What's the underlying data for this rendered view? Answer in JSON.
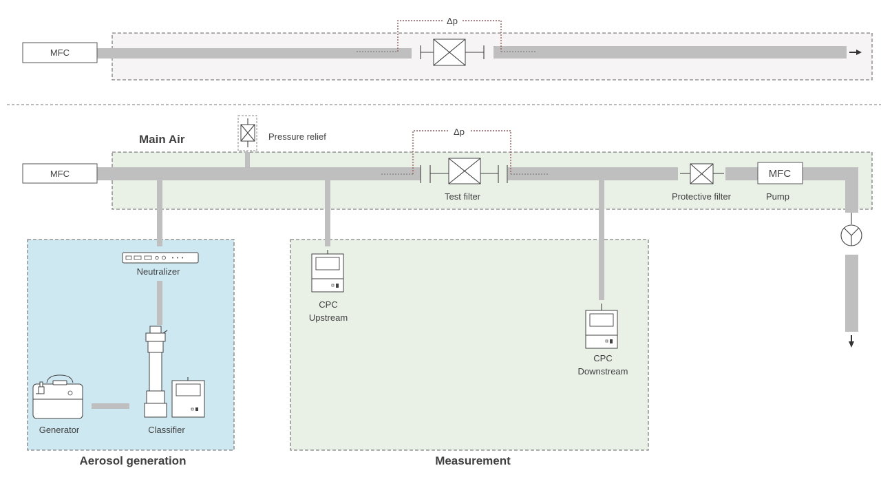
{
  "top_rig": {
    "mfc_label": "MFC",
    "delta_p": "Δp"
  },
  "main_rig": {
    "section_title": "Main Air",
    "mfc_label": "MFC",
    "pressure_relief": "Pressure relief",
    "delta_p": "Δp",
    "test_filter": "Test filter",
    "protective_filter": "Protective filter",
    "pump_mfc_label": "MFC",
    "pump": "Pump"
  },
  "aerosol_generation": {
    "title": "Aerosol generation",
    "neutralizer": "Neutralizer",
    "generator": "Generator",
    "classifier": "Classifier"
  },
  "measurement": {
    "title": "Measurement",
    "cpc_upstream_line1": "CPC",
    "cpc_upstream_line2": "Upstream",
    "cpc_downstream_line1": "CPC",
    "cpc_downstream_line2": "Downstream"
  },
  "colors": {
    "main_air_fill": "#e9f0e6",
    "aerosol_fill": "#cde8f1",
    "measurement_fill": "#e9f0e6",
    "top_box_fill": "#f6f4f4",
    "pipe": "#bfbfbf"
  }
}
